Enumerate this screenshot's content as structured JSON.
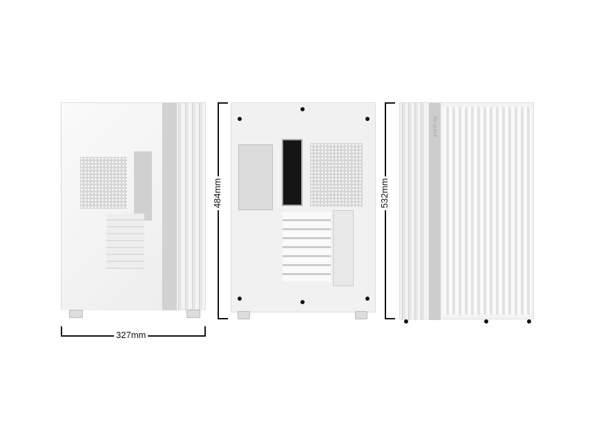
{
  "dimensions": {
    "width": "327mm",
    "height_back": "484mm",
    "height_front": "532mm"
  },
  "logo": "be quiet!",
  "colors": {
    "case": "#f2f2f2",
    "accent_strip": "#cccccc",
    "dimension_line": "#111111"
  }
}
